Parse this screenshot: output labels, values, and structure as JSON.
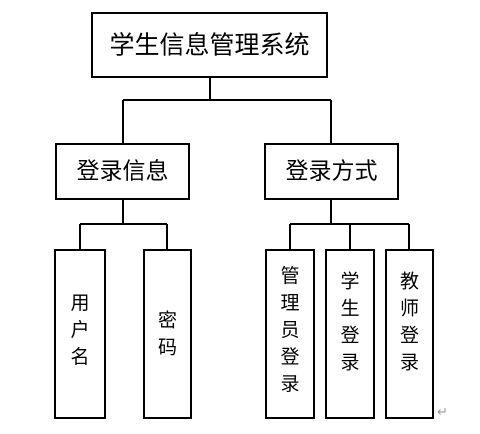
{
  "diagram": {
    "root": {
      "label": "学生信息管理系统",
      "children": [
        {
          "label": "登录信息",
          "children": [
            {
              "label": "用户名"
            },
            {
              "label": "密码"
            }
          ]
        },
        {
          "label": "登录方式",
          "children": [
            {
              "label": "管理员登录"
            },
            {
              "label": "学生登录"
            },
            {
              "label": "教师登录"
            }
          ]
        }
      ]
    },
    "line_color": "#000000",
    "box_fill": "#ffffff",
    "paragraph_mark": "↵"
  }
}
